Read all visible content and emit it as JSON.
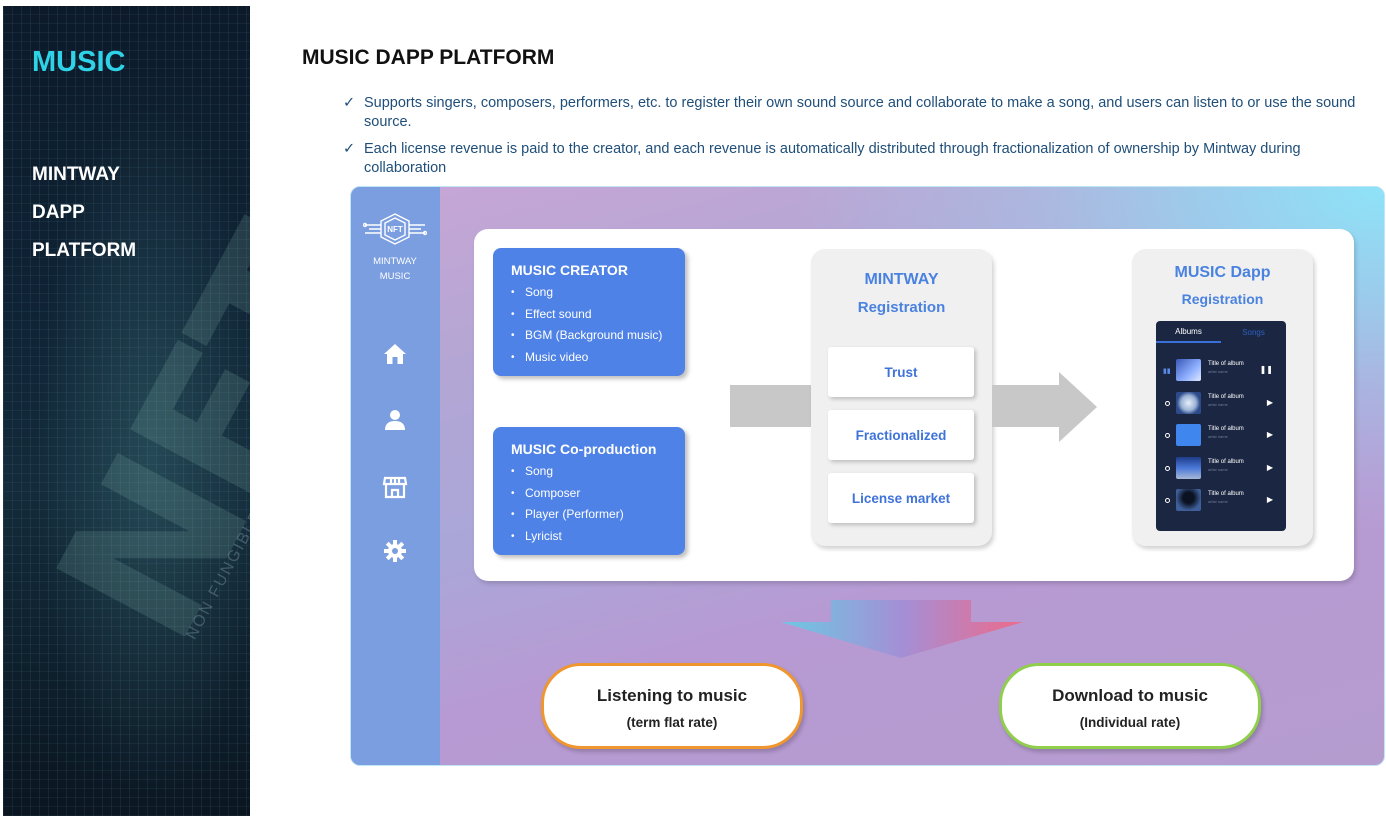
{
  "sidebar": {
    "title": "MUSIC",
    "subtitle_lines": [
      "MINTWAY",
      "DAPP",
      "PLATFORM"
    ],
    "bg_text": "NFT",
    "bg_small_text": "NON FUNGIBLE"
  },
  "header": {
    "title": "MUSIC DAPP PLATFORM",
    "bullets": [
      "Supports singers, composers, performers, etc. to register their own sound source and collaborate to make a song, and users can listen to or use the sound source.",
      "Each license revenue is paid to the creator, and each revenue is automatically distributed through fractionalization of ownership by Mintway during collaboration"
    ],
    "bullet_mark": "✓"
  },
  "rail": {
    "logo_badge": "NFT",
    "logo_lines": [
      "MINTWAY",
      "MUSIC"
    ],
    "icons": [
      "home-icon",
      "user-icon",
      "store-icon",
      "gear-icon"
    ]
  },
  "creator": {
    "title": "MUSIC CREATOR",
    "items": [
      "Song",
      "Effect sound",
      "BGM (Background music)",
      "Music video"
    ]
  },
  "coproduction": {
    "title": "MUSIC Co-production",
    "items": [
      "Song",
      "Composer",
      "Player (Performer)",
      "Lyricist"
    ]
  },
  "mintway": {
    "title_line1": "MINTWAY",
    "title_line2": "Registration",
    "buttons": [
      "Trust",
      "Fractionalized",
      "License market"
    ]
  },
  "dapp": {
    "title_line1": "MUSIC Dapp",
    "title_line2": "Registration",
    "tabs": [
      "Albums",
      "Songs"
    ],
    "rows": [
      {
        "title": "Title of album",
        "sub": "artist name",
        "state": "pause"
      },
      {
        "title": "Title of album",
        "sub": "artist name",
        "state": "play"
      },
      {
        "title": "Title of album",
        "sub": "artist name",
        "state": "play"
      },
      {
        "title": "Title of album",
        "sub": "artist name",
        "state": "play"
      },
      {
        "title": "Title of album",
        "sub": "artist name",
        "state": "play"
      }
    ]
  },
  "listening": {
    "line1": "Listening to music",
    "line2": "(term flat rate)",
    "color": "#f0962f"
  },
  "download": {
    "line1": "Download to music",
    "line2": "(Individual rate)",
    "color": "#8fcf4c"
  },
  "colors": {
    "accent_blue": "#4f82e6",
    "title_cyan": "#2fd3e8",
    "bullet_text": "#1f4e79"
  }
}
